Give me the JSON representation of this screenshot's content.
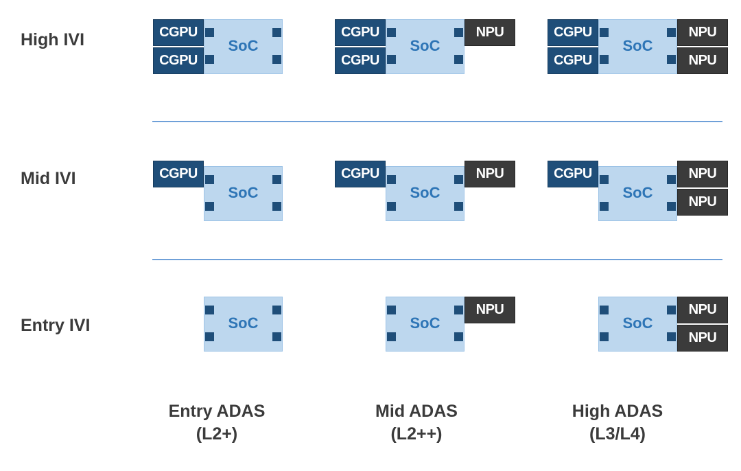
{
  "diagram": {
    "row_labels": [
      "High IVI",
      "Mid IVI",
      "Entry IVI"
    ],
    "column_labels": [
      {
        "line1": "Entry ADAS",
        "line2": "(L2+)"
      },
      {
        "line1": "Mid ADAS",
        "line2": "(L2++)"
      },
      {
        "line1": "High ADAS",
        "line2": "(L3/L4)"
      }
    ],
    "block_labels": {
      "soc": "SoC",
      "cgpu": "CGPU",
      "npu": "NPU"
    },
    "grid": [
      [
        {
          "cgpus": 2,
          "npus": 0
        },
        {
          "cgpus": 2,
          "npus": 1
        },
        {
          "cgpus": 2,
          "npus": 2
        }
      ],
      [
        {
          "cgpus": 1,
          "npus": 0
        },
        {
          "cgpus": 1,
          "npus": 1
        },
        {
          "cgpus": 1,
          "npus": 2
        }
      ],
      [
        {
          "cgpus": 0,
          "npus": 0
        },
        {
          "cgpus": 0,
          "npus": 1
        },
        {
          "cgpus": 0,
          "npus": 2
        }
      ]
    ],
    "colors": {
      "cgpu_fill": "#1F4E79",
      "npu_fill": "#3B3B3B",
      "soc_fill": "#BDD7EE",
      "soc_border": "#9DC3E6",
      "soc_text": "#2E75B6",
      "connector": "#1F4E79",
      "divider": "#6FA0D8",
      "label_text": "#3B3B3B",
      "background": "#FFFFFF"
    }
  }
}
